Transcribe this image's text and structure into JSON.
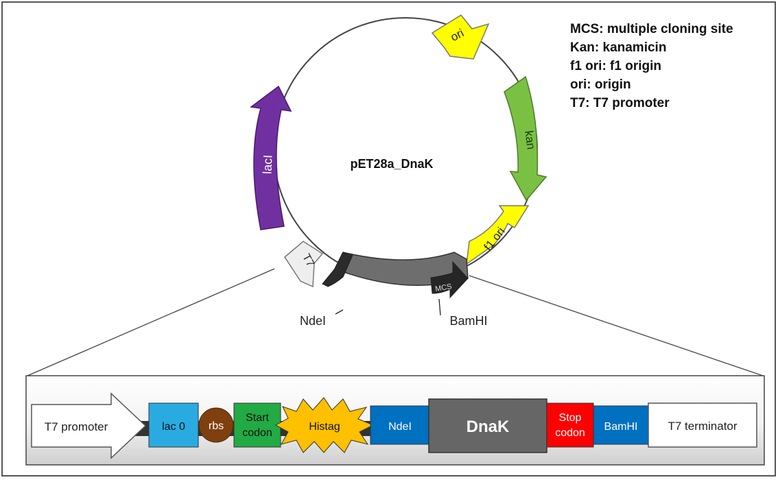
{
  "plasmid": {
    "name": "pET28a_DnaK",
    "features": {
      "ori": "ori",
      "kan": "kan",
      "f1ori": "f1 ori",
      "laci": "lacI",
      "t7": "T7",
      "dnak": "DnaK",
      "mcs": "MCS"
    },
    "sites": {
      "ndei": "NdeI",
      "bamhi": "BamHI"
    }
  },
  "legend": [
    "MCS: multiple cloning site",
    "Kan: kanamicin",
    "f1 ori: f1 origin",
    "ori: origin",
    "T7: T7 promoter"
  ],
  "cassette": {
    "t7_promoter": "T7 promoter",
    "lac0": "lac 0",
    "rbs": "rbs",
    "start_line1": "Start",
    "start_line2": "codon",
    "histag": "Histag",
    "ndei": "NdeI",
    "dnak": "DnaK",
    "stop_line1": "Stop",
    "stop_line2": "codon",
    "bamhi": "BamHI",
    "t7_terminator": "T7 terminator"
  },
  "colors": {
    "ori": "#ffff00",
    "kan": "#7ac143",
    "f1ori": "#ffff00",
    "laci": "#7030a0",
    "t7": "#eeeeee",
    "dnak": "#666666",
    "lac0": "#29abe2",
    "rbs": "#7f3f0f",
    "start": "#22aa44",
    "histag": "#ffc000",
    "ndei": "#0070c0",
    "stop": "#ff0000",
    "bamhi": "#0070c0"
  }
}
